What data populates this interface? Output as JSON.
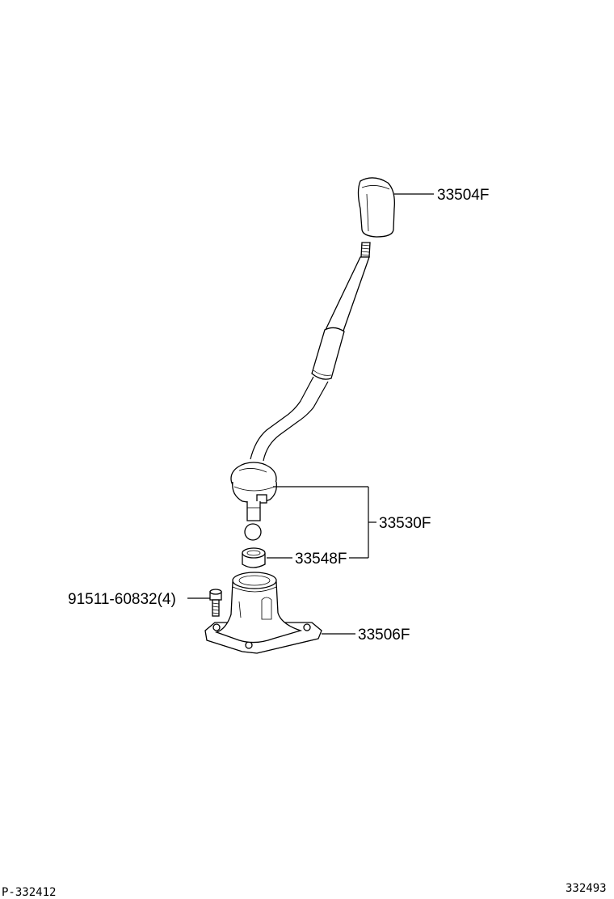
{
  "callouts": {
    "shift_knob": "33504F",
    "lever_assembly": "33530F",
    "bushing": "33548F",
    "bolt": "91511-60832(4)",
    "retainer": "33506F"
  },
  "footer": {
    "left_code": "P-332412",
    "right_code": "332493"
  }
}
